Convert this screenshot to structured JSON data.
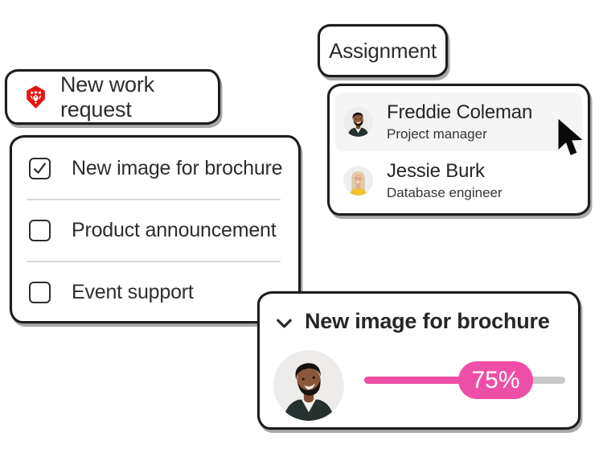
{
  "work_request_card": {
    "label": "New work request"
  },
  "request_list_card": {
    "items": [
      {
        "label": "New image for brochure",
        "checked": true
      },
      {
        "label": "Product announcement",
        "checked": false
      },
      {
        "label": "Event support",
        "checked": false
      }
    ]
  },
  "assignment_card": {
    "title": "Assignment"
  },
  "people_card": {
    "people": [
      {
        "name": "Freddie Coleman",
        "role": "Project manager",
        "selected": true
      },
      {
        "name": "Jessie Burk",
        "role": "Database engineer",
        "selected": false
      }
    ]
  },
  "task_card": {
    "title": "New image for brochure",
    "progress_percent": 75,
    "progress_label": "75%"
  },
  "colors": {
    "accent_pink": "#EE4FA6",
    "logo_red": "#E8120E",
    "track_gray": "#C9C9C9",
    "row_highlight": "#F5F5F5",
    "card_border": "#1D1D1D",
    "text_dark": "#2D2D2D"
  }
}
